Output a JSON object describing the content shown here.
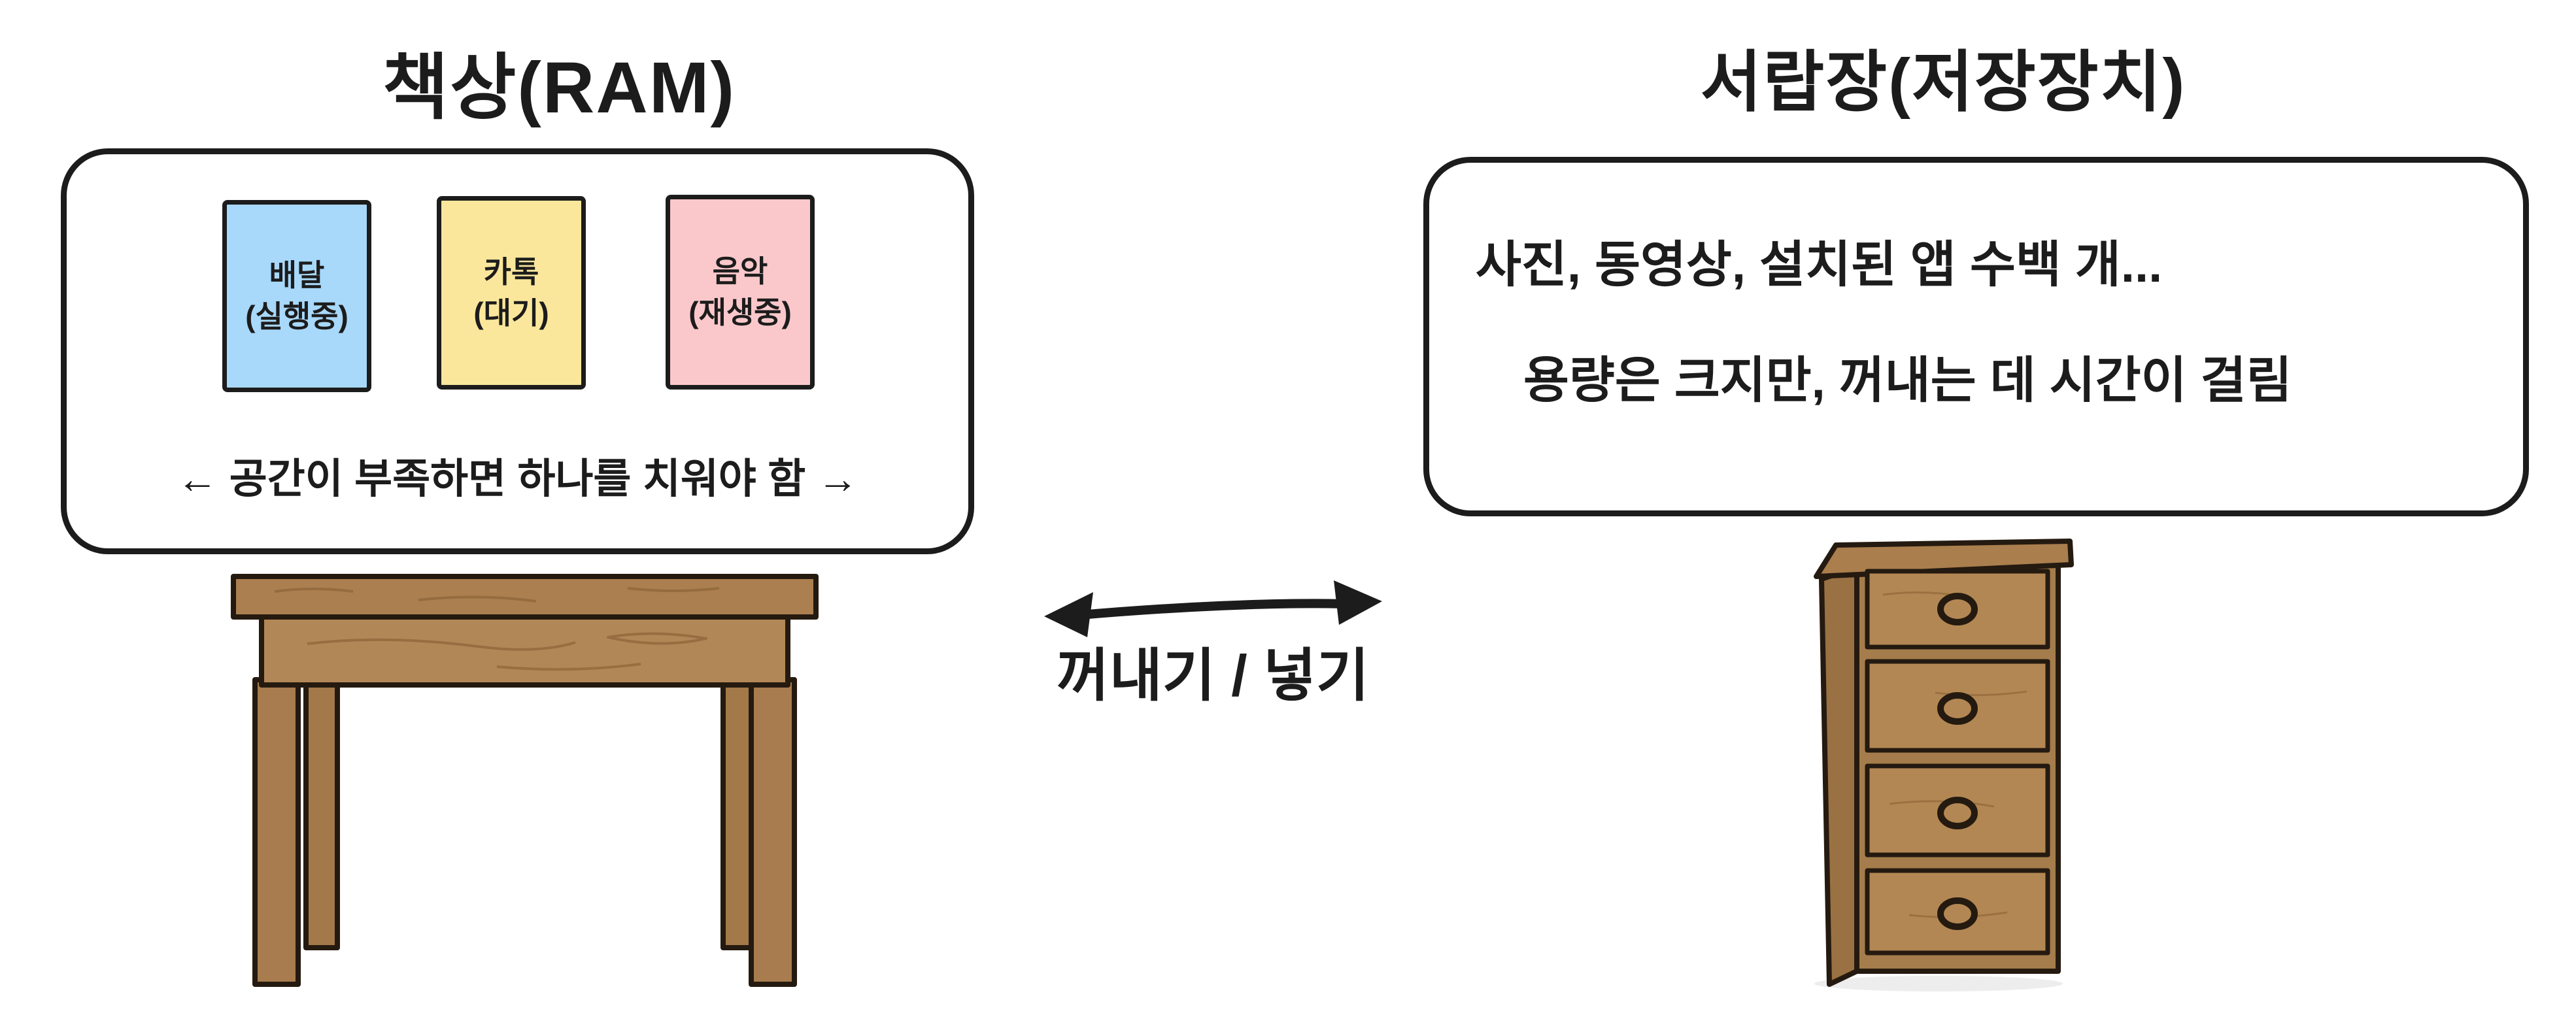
{
  "left": {
    "title": "책상(RAM)",
    "notes": [
      {
        "label": "배달",
        "state": "(실행중)",
        "color": "#a8d8fa"
      },
      {
        "label": "카톡",
        "state": "(대기)",
        "color": "#fae79b"
      },
      {
        "label": "음악",
        "state": "(재생중)",
        "color": "#fac8cb"
      }
    ],
    "caption": "← 공간이 부족하면 하나를 치워야 함 →"
  },
  "middle": {
    "label": "꺼내기 / 넣기"
  },
  "right": {
    "title": "서랍장(저장장치)",
    "line1": "사진, 동영상, 설치된 앱 수백 개...",
    "line2": "용량은 크지만, 꺼내는 데 시간이 걸림"
  },
  "colors": {
    "outline": "#1c1c1c",
    "ink": "#241a10",
    "wood_top": "#ac7f50",
    "wood_body": "#a57c4b",
    "wood_light": "#b38753",
    "wood_side": "#9a7142",
    "note_blue": "#a8d8fa",
    "note_yellow": "#fae79b",
    "note_pink": "#fac8cb",
    "background": "#ffffff"
  }
}
